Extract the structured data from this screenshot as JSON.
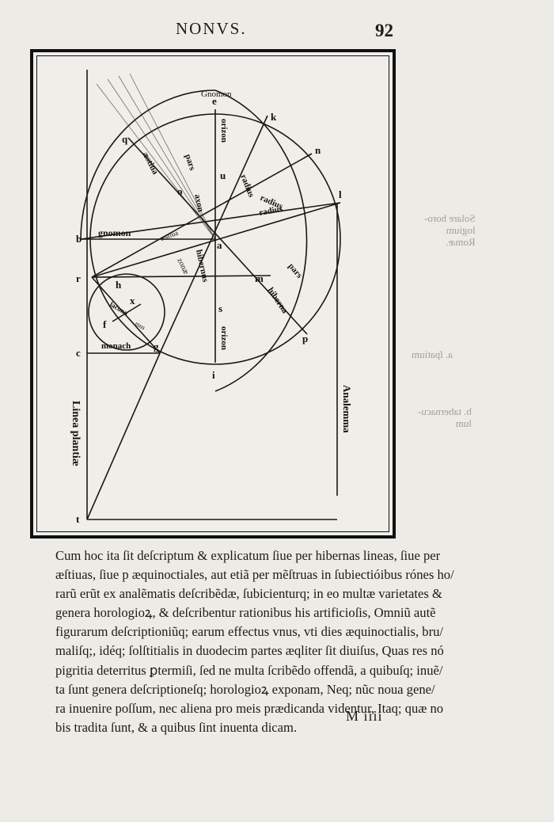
{
  "header": {
    "title": "NONVS.",
    "page_number": "92"
  },
  "figure": {
    "labels": {
      "e": "e",
      "k": "k",
      "q": "q",
      "n": "n",
      "l": "l",
      "b": "b",
      "r": "r",
      "c": "c",
      "t": "t",
      "h": "h",
      "f": "f",
      "g": "g",
      "x": "x",
      "o": "o",
      "u": "u",
      "a": "a",
      "m": "m",
      "s": "s",
      "i": "i",
      "p": "p",
      "gnomon_top": "Gnomon",
      "gnomon_left": "gnomon",
      "orizon_top": "orizon",
      "orizon_bottom": "orizon",
      "axon": "axon",
      "aestiua": "æstiua",
      "aestiua_small": "æstiua",
      "radius": "radius",
      "radius2": "radius",
      "radius3": "radius",
      "zonae": "zonæ",
      "hibernus": "hibernus",
      "hiberna": "hiberna",
      "pars_top": "pars",
      "pars_right": "pars",
      "lacono": "lacono",
      "mus": "mus",
      "monach": "monach",
      "linea_plantiae": "Linea plantiæ",
      "analemma": "Analemma"
    }
  },
  "body": {
    "lines": [
      "Cum hoc ita ſit deſcriptum & explicatum ſiue per hibernas lineas, ſiue per",
      "æſtiuas, ſiue p æquinoctiales, aut etiã per mẽſtruas in ſubiectióibus rónes ho/",
      "rarũ erũt ex analẽmatis deſcribẽdæ, ſubicienturq; in eo multæ varietates &",
      "genera horologioꝝ, & deſcribentur rationibus his artificioſis, Omniũ autẽ",
      "figurarum deſcriptioniũq; earum effectus vnus, vti dies æquinoctialis, bru/",
      "maliſq;, idéq; ſolſtitialis in duodecim partes æqliter ſit diuiſus, Quas res nó",
      "pigritia deterritus ꝑtermiſi, ſed ne multa ſcribẽdo offendã, a quibuſq; inuẽ/",
      "ta ſunt genera deſcriptioneſq; horologioꝝ exponam, Neq; nũc noua gene/",
      "ra inuenire poſſum, nec aliena pro meis prædicanda videntur, Itaq; quæ no",
      "bis tradita ſunt, & a quibus ſint inuenta dicam."
    ],
    "signature": "M iiii"
  }
}
